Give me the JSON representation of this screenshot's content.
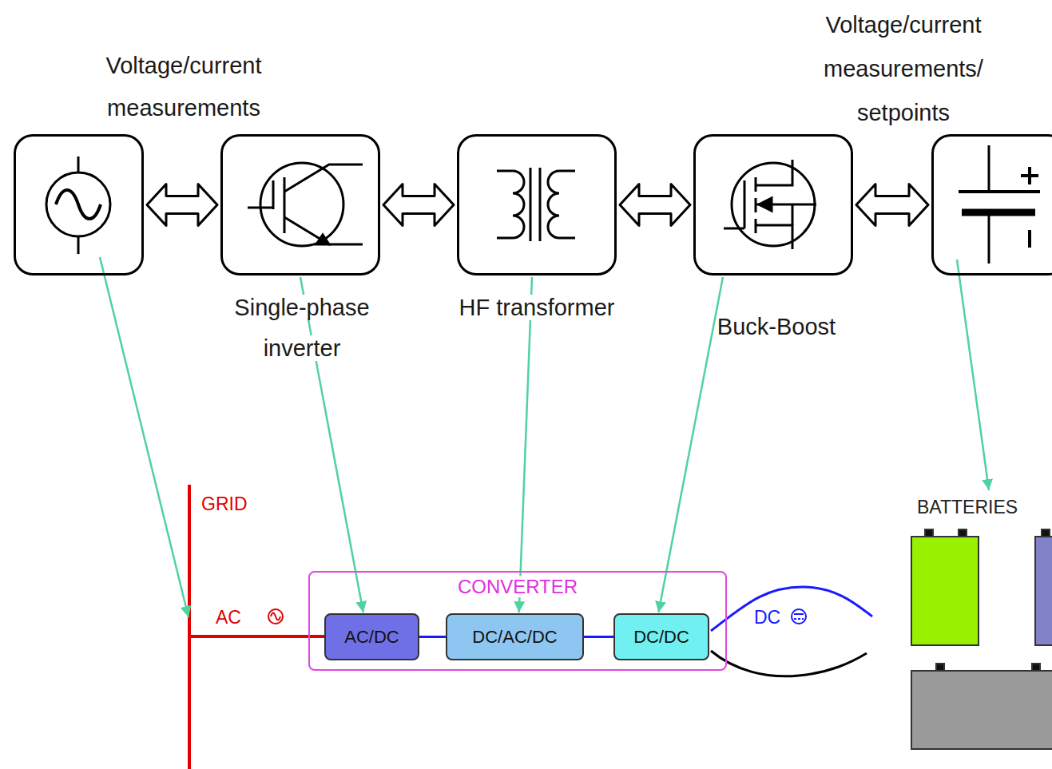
{
  "diagram": {
    "nodes": [
      {
        "text": [
          "Voltage/current measurements"
        ]
      },
      {
        "text": [
          "Single-phase inverter"
        ]
      },
      {
        "text": [
          "HF transformer"
        ]
      },
      {
        "text": [
          "Buck-Boost"
        ]
      },
      {
        "text": [
          "Voltage/current measurements/ setpoints"
        ]
      },
      {
        "text": [
          "CONVERTER"
        ]
      },
      {
        "text": [
          "AC/DC"
        ],
        "in": 5
      },
      {
        "text": [
          "DC/AC/DC"
        ],
        "in": 5
      },
      {
        "text": [
          "DC/DC"
        ],
        "in": 5
      }
    ],
    "edges": [
      {
        "from": 0,
        "to": 1,
        "arrow": "both"
      },
      {
        "from": 1,
        "to": 2,
        "arrow": "both"
      },
      {
        "from": 2,
        "to": 3,
        "arrow": "both"
      },
      {
        "from": 3,
        "to": 4,
        "arrow": "both"
      },
      {
        "from": 1,
        "to": 6,
        "arrow": "to"
      },
      {
        "from": 2,
        "to": 7,
        "arrow": "to"
      },
      {
        "from": 3,
        "to": 8,
        "arrow": "to"
      },
      {
        "from": 6,
        "to": 7,
        "arrow": "none"
      },
      {
        "from": 7,
        "to": 8,
        "arrow": "none"
      }
    ],
    "labels": [
      "GRID",
      "AC",
      "DC",
      "BATTERIES"
    ]
  }
}
